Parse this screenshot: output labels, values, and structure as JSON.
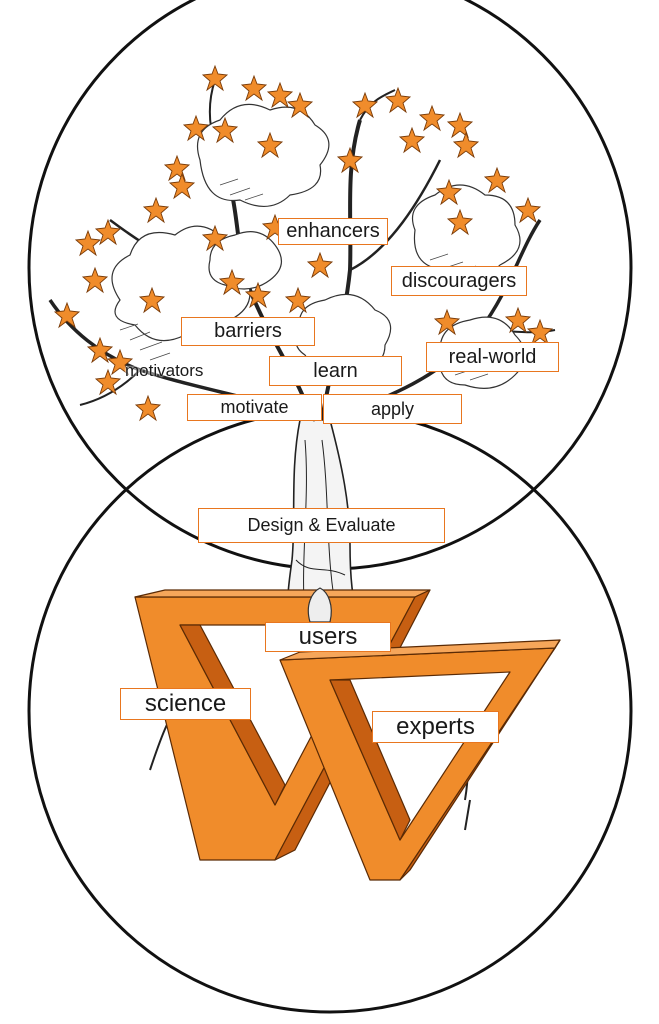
{
  "diagram": {
    "labels": {
      "enhancers": "enhancers",
      "discouragers": "discouragers",
      "barriers": "barriers",
      "real_world": "real-world",
      "motivators": "motivators",
      "learn": "learn",
      "motivate": "motivate",
      "apply": "apply",
      "design_evaluate": "Design & Evaluate",
      "users": "users",
      "science": "science",
      "experts": "experts"
    },
    "colors": {
      "accent_orange": "#f08c2b",
      "orange_light": "#f6a65a",
      "orange_dark": "#c75f12",
      "label_border": "#e8761f",
      "ink": "#1a1a1a"
    },
    "icons": [
      "tree-illustration",
      "impossible-triangle",
      "leaf-icon"
    ]
  }
}
